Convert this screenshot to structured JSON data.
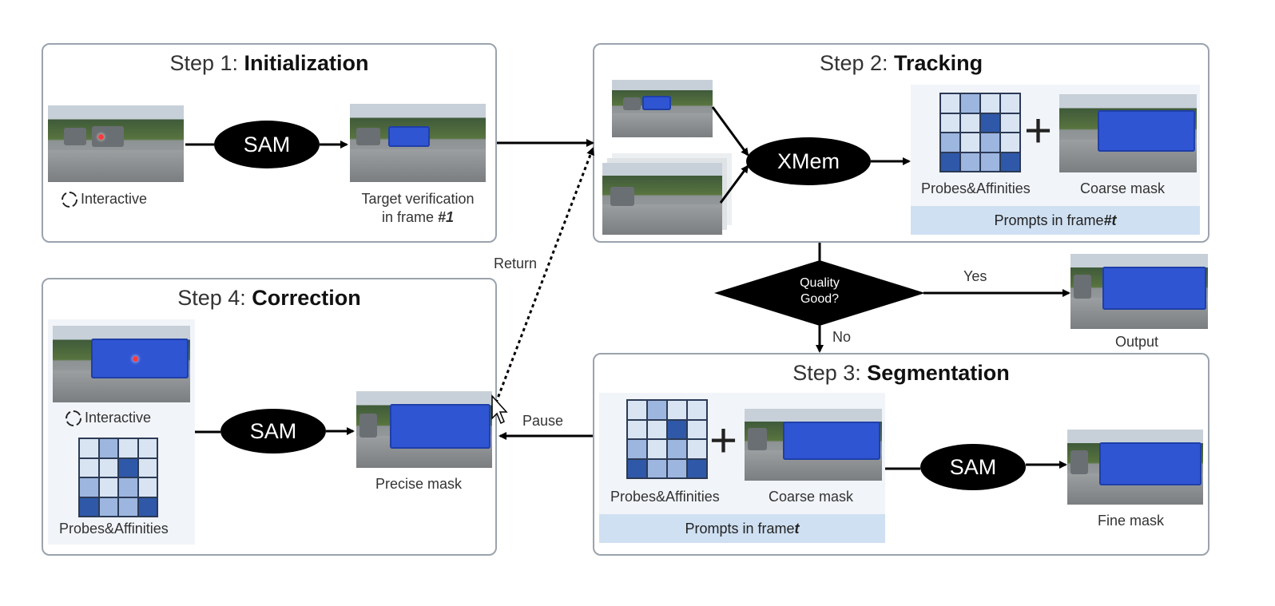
{
  "step1": {
    "prefix": "Step 1: ",
    "name": "Initialization",
    "interactive": "Interactive",
    "sam": "SAM",
    "verify_line1": "Target verification",
    "verify_line2": "in frame ",
    "verify_frame": "#1"
  },
  "step2": {
    "prefix": "Step 2: ",
    "name": "Tracking",
    "xmem": "XMem",
    "probes": "Probes&Affinities",
    "coarse": "Coarse mask",
    "prompts": "Prompts in frame ",
    "prompts_frame": "#t"
  },
  "step3": {
    "prefix": "Step 3: ",
    "name": "Segmentation",
    "probes": "Probes&Affinities",
    "coarse": "Coarse mask",
    "prompts": "Prompts in frame ",
    "prompts_frame": "t",
    "sam": "SAM",
    "fine": "Fine mask"
  },
  "step4": {
    "prefix": "Step 4: ",
    "name": "Correction",
    "interactive": "Interactive",
    "probes": "Probes&Affinities",
    "sam": "SAM",
    "precise": "Precise mask"
  },
  "decision": {
    "line1": "Quality",
    "line2": "Good?",
    "yes": "Yes",
    "no": "No"
  },
  "output_label": "Output",
  "return_label": "Return",
  "pause_label": "Pause",
  "grid_pattern": [
    1,
    2,
    1,
    1,
    1,
    1,
    3,
    1,
    2,
    1,
    2,
    1,
    3,
    2,
    2,
    3
  ],
  "colors": {
    "c1": "#d9e4f3",
    "c2": "#9db6df",
    "c3": "#2f58a8",
    "mask": "#2f55d3",
    "band": "#cfe0f2"
  }
}
